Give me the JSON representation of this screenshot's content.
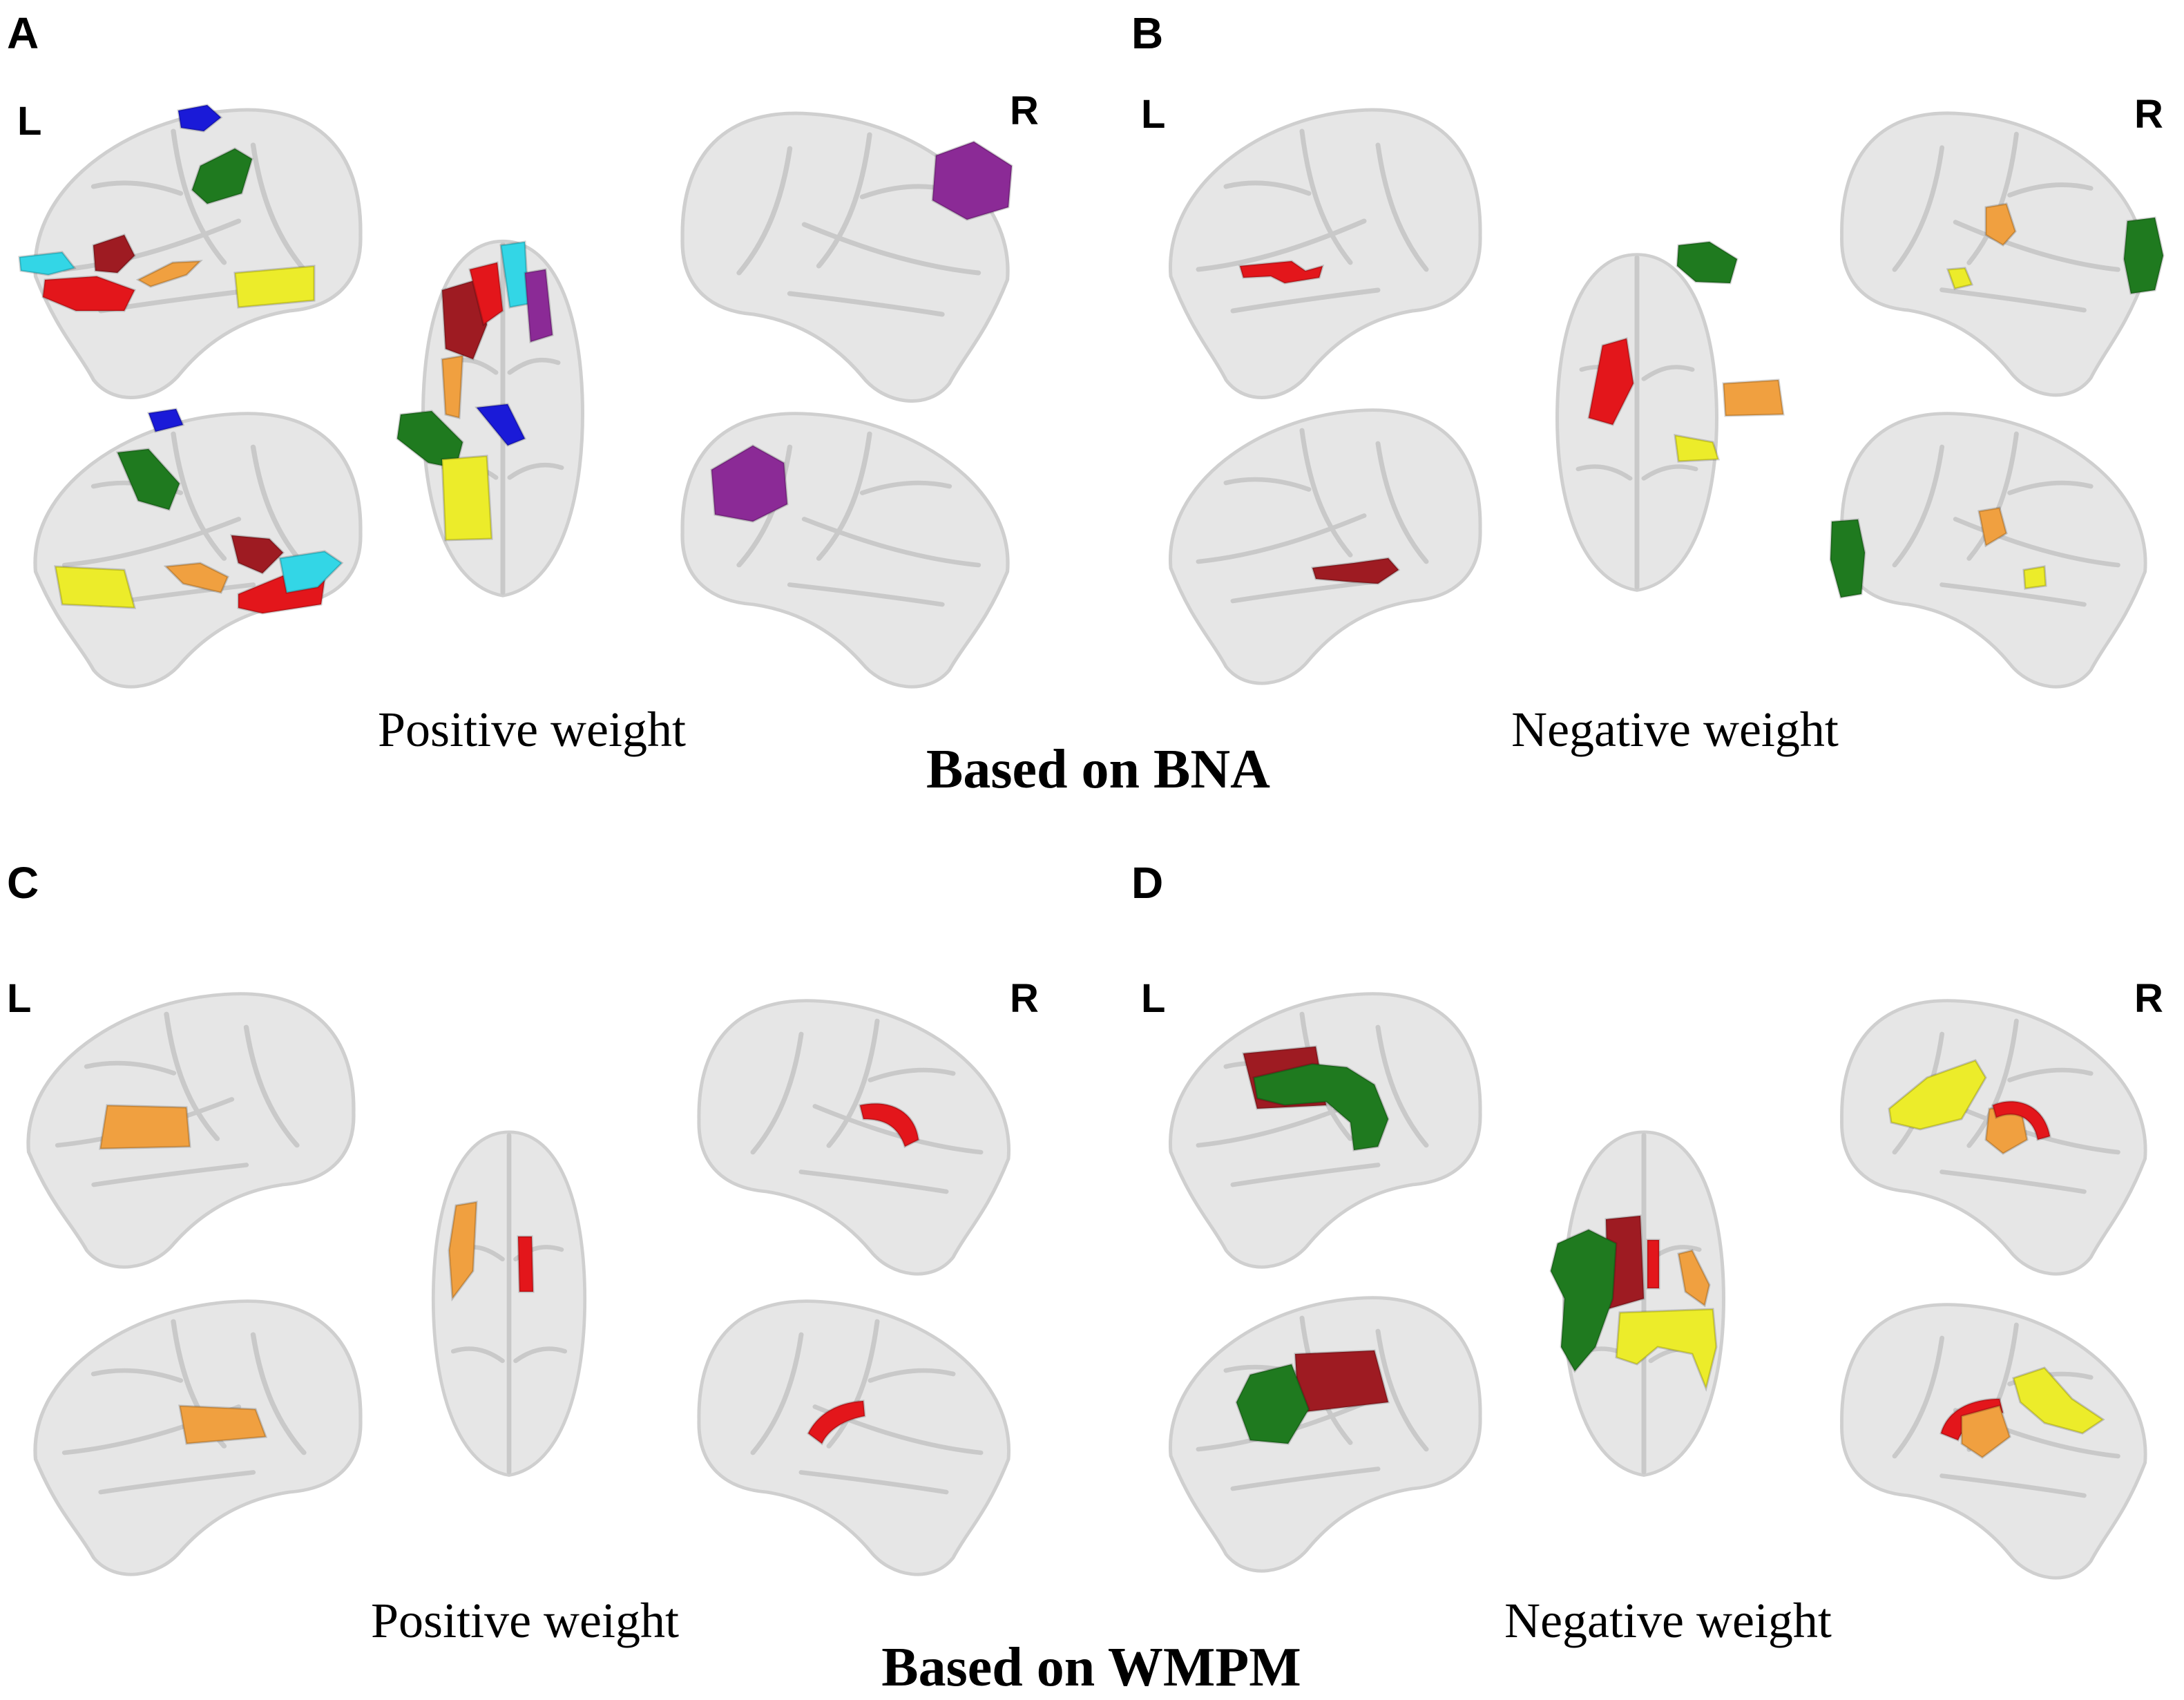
{
  "colors": {
    "red": "#e3161b",
    "dark_red": "#9e1b22",
    "blue": "#1a1ad8",
    "green": "#1f7a1f",
    "cyan": "#33d6e6",
    "orange": "#f0a040",
    "yellow": "#ecec2a",
    "purple": "#8b2a96",
    "brain": "#e6e6e6"
  },
  "hemisphere_labels": {
    "left": "L",
    "right": "R"
  },
  "panels": [
    {
      "letter": "A",
      "caption": "Positive weight"
    },
    {
      "letter": "B",
      "caption": "Negative weight"
    },
    {
      "letter": "C",
      "caption": "Positive weight"
    },
    {
      "letter": "D",
      "caption": "Negative weight"
    }
  ],
  "atlas_captions": [
    "Based on BNA",
    "Based on WMPM"
  ]
}
